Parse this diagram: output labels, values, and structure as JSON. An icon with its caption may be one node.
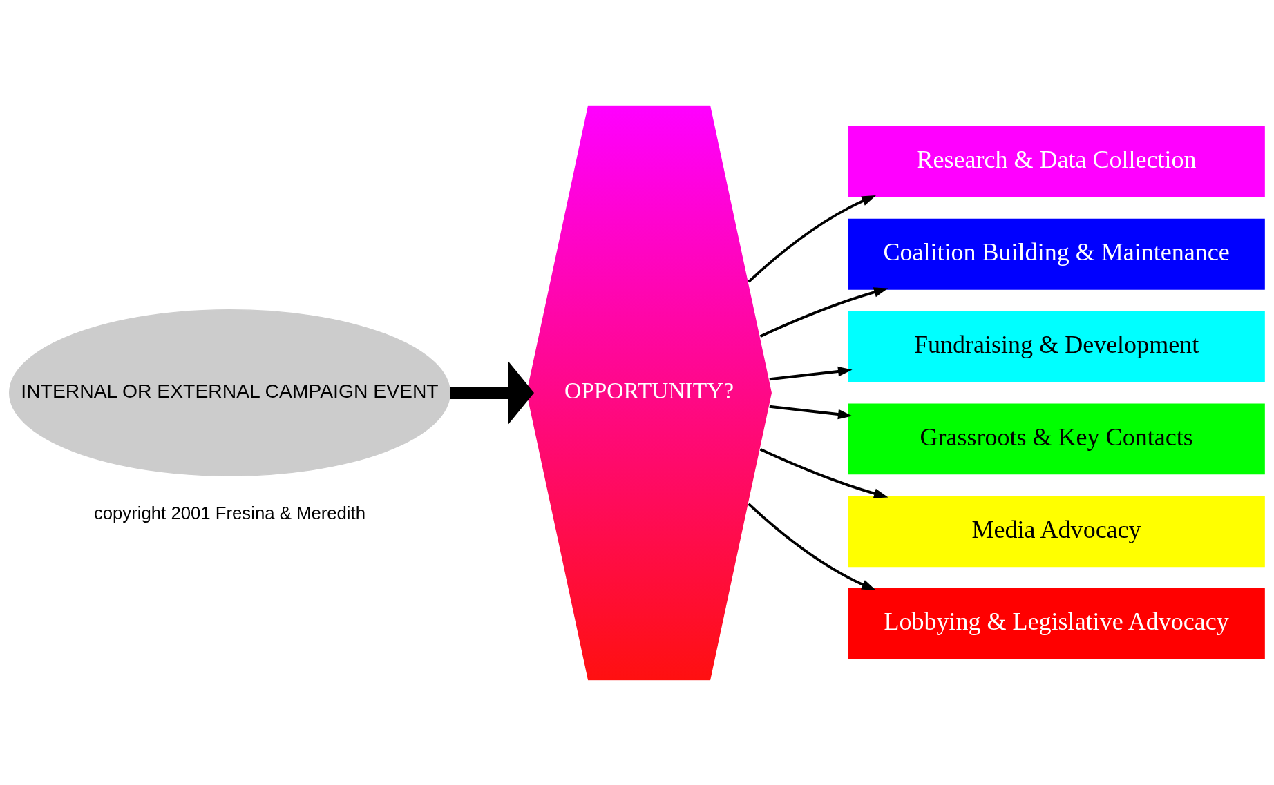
{
  "diagram": {
    "nodes": [
      {
        "text": [
          "INTERNAL OR EXTERNAL CAMPAIGN EVENT"
        ]
      },
      {
        "text": [
          "OPPORTUNITY?"
        ]
      },
      {
        "text": [
          "Research & Data Collection"
        ]
      },
      {
        "text": [
          "Coalition Building & Maintenance"
        ]
      },
      {
        "text": [
          "Fundraising & Development"
        ]
      },
      {
        "text": [
          "Grassroots & Key Contacts"
        ]
      },
      {
        "text": [
          "Media Advocacy"
        ]
      },
      {
        "text": [
          "Lobbying & Legislative Advocacy"
        ]
      }
    ],
    "edges": [
      {
        "from": 0,
        "to": 1,
        "arrow": "to",
        "style": "thick"
      },
      {
        "from": 1,
        "to": 2,
        "arrow": "to"
      },
      {
        "from": 1,
        "to": 3,
        "arrow": "to"
      },
      {
        "from": 1,
        "to": 4,
        "arrow": "to"
      },
      {
        "from": 1,
        "to": 5,
        "arrow": "to"
      },
      {
        "from": 1,
        "to": 6,
        "arrow": "to"
      },
      {
        "from": 1,
        "to": 7,
        "arrow": "to"
      }
    ],
    "labels": [
      "copyright 2001 Fresina & Meredith"
    ]
  }
}
